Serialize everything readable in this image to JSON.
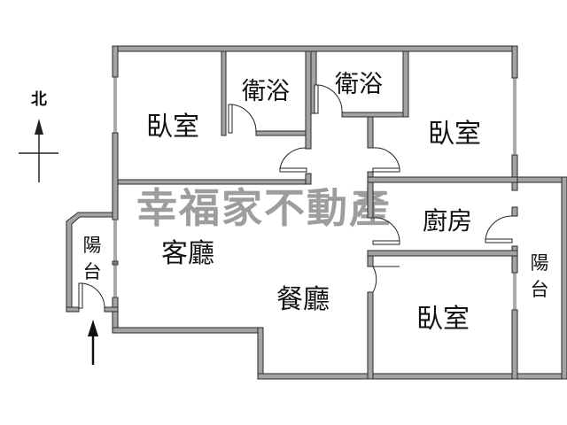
{
  "compass": {
    "north_label": "北"
  },
  "watermark": "幸福家不動產",
  "rooms": {
    "bedroom_nw": "臥室",
    "bath_1": "衛浴",
    "bath_2": "衛浴",
    "bedroom_ne": "臥室",
    "kitchen": "廚房",
    "living_room": "客廳",
    "dining_room": "餐廳",
    "bedroom_se": "臥室",
    "balcony_west_1": "陽",
    "balcony_west_2": "台",
    "balcony_east_1": "陽",
    "balcony_east_2": "台"
  }
}
